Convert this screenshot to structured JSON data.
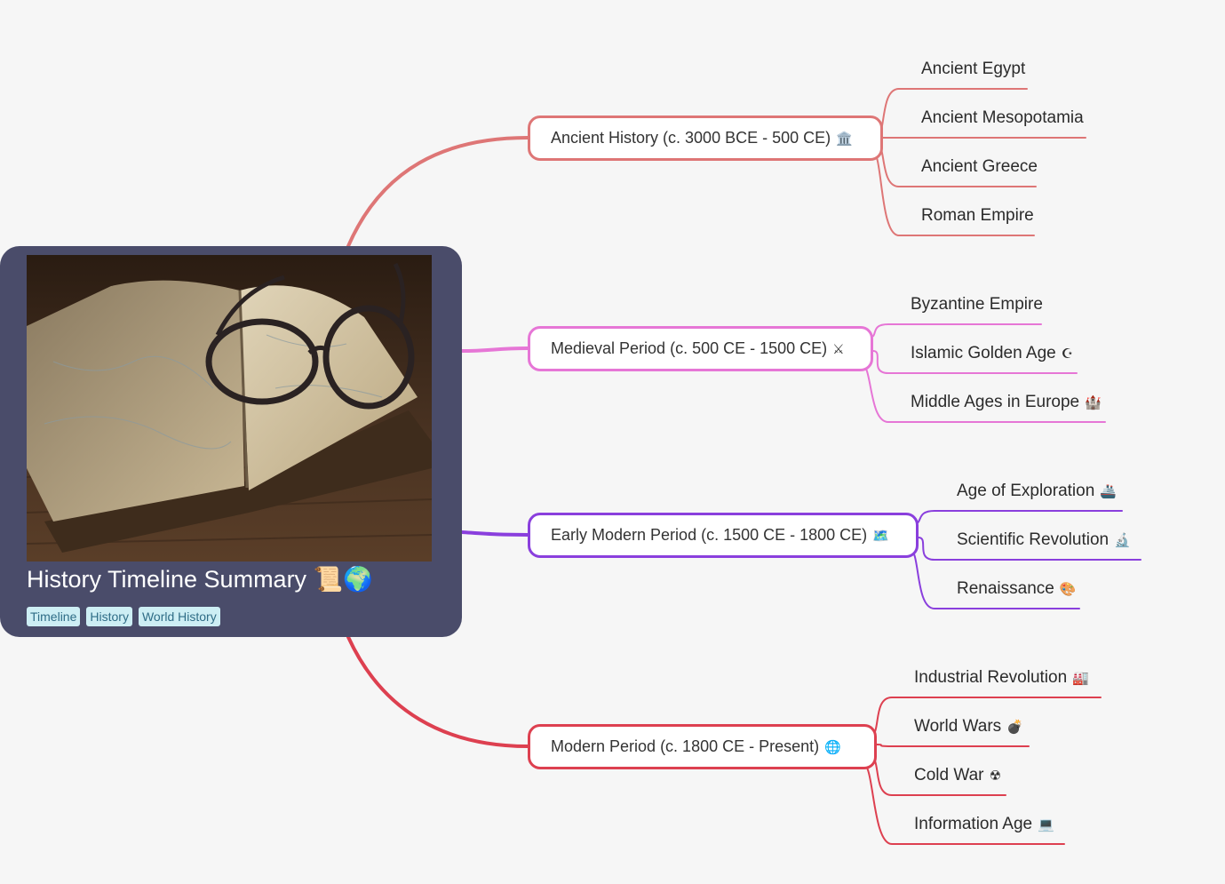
{
  "root": {
    "title": "History Timeline Summary",
    "title_icons": "📜🌍",
    "tags": [
      "Timeline",
      "History",
      "World History"
    ]
  },
  "colors": {
    "ancient": "#de7676",
    "medieval": "#e676d6",
    "early_modern": "#8a3fdd",
    "modern": "#dd4050",
    "root_bg": "#4a4c6a",
    "background": "#f6f6f6"
  },
  "branches": [
    {
      "label": "Ancient History (c. 3000 BCE - 500 CE)",
      "icon": "🏛️",
      "children": [
        {
          "label": "Ancient Egypt",
          "icon": ""
        },
        {
          "label": "Ancient Mesopotamia",
          "icon": ""
        },
        {
          "label": "Ancient Greece",
          "icon": ""
        },
        {
          "label": "Roman Empire",
          "icon": ""
        }
      ]
    },
    {
      "label": "Medieval Period (c. 500 CE - 1500 CE)",
      "icon": "⚔",
      "children": [
        {
          "label": "Byzantine Empire",
          "icon": ""
        },
        {
          "label": "Islamic Golden Age",
          "icon": "☪"
        },
        {
          "label": "Middle Ages in Europe",
          "icon": "🏰"
        }
      ]
    },
    {
      "label": "Early Modern Period (c. 1500 CE - 1800 CE)",
      "icon": "🗺️",
      "children": [
        {
          "label": "Age of Exploration",
          "icon": "🚢"
        },
        {
          "label": "Scientific Revolution",
          "icon": "🔬"
        },
        {
          "label": "Renaissance",
          "icon": "🎨"
        }
      ]
    },
    {
      "label": "Modern Period (c. 1800 CE - Present)",
      "icon": "🌐",
      "children": [
        {
          "label": "Industrial Revolution",
          "icon": "🏭"
        },
        {
          "label": "World Wars",
          "icon": "💣"
        },
        {
          "label": "Cold War",
          "icon": "☢"
        },
        {
          "label": "Information Age",
          "icon": "💻"
        }
      ]
    }
  ]
}
